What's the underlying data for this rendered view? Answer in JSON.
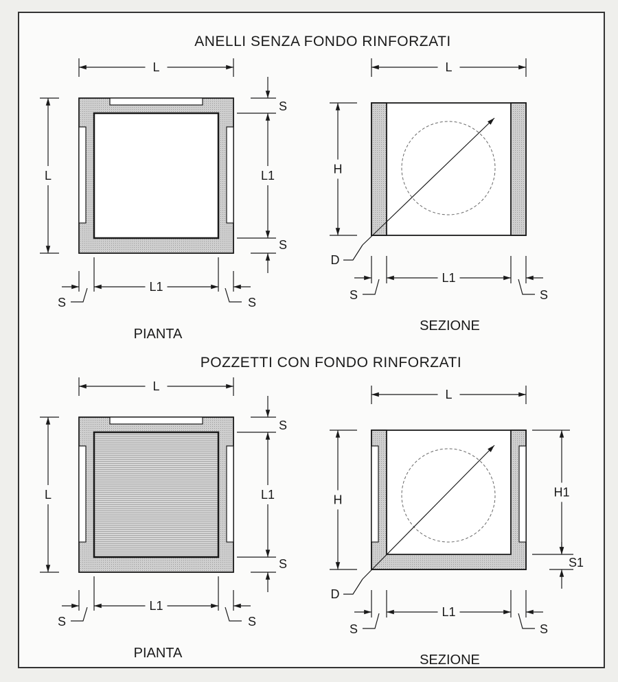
{
  "titles": {
    "top": "ANELLI SENZA FONDO RINFORZATI",
    "bottom": "POZZETTI CON FONDO RINFORZATI"
  },
  "top": {
    "plan": {
      "caption": "PIANTA",
      "L_top": "L",
      "L_left": "L",
      "S_upper": "S",
      "L1_right": "L1",
      "S_lower": "S",
      "L1_bottom": "L1",
      "S_left": "S",
      "S_right": "S"
    },
    "section": {
      "caption": "SEZIONE",
      "L_top": "L",
      "H": "H",
      "D": "D",
      "L1_bottom": "L1",
      "S_left": "S",
      "S_right": "S"
    }
  },
  "bottom": {
    "plan": {
      "caption": "PIANTA",
      "L_top": "L",
      "L_left": "L",
      "S_upper": "S",
      "L1_right": "L1",
      "S_lower": "S",
      "L1_bottom": "L1",
      "S_left": "S",
      "S_right": "S"
    },
    "section": {
      "caption": "SEZIONE",
      "L_top": "L",
      "H": "H",
      "D": "D",
      "L1_bottom": "L1",
      "S_left": "S",
      "S_right": "S",
      "H1": "H1",
      "S1": "S1"
    }
  },
  "colors": {
    "hatch": "#c9c9c9",
    "line": "#1a1a1a",
    "paper": "#fbfbfa"
  }
}
